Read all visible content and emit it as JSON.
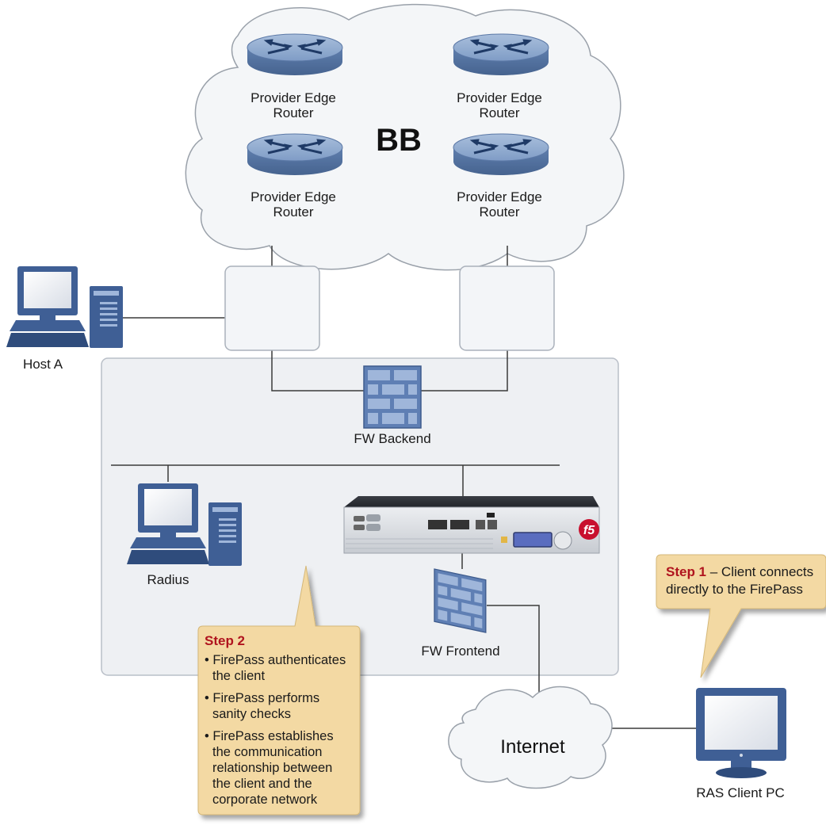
{
  "backbone": {
    "label": "BB",
    "routers": [
      {
        "line1": "Provider Edge",
        "line2": "Router"
      },
      {
        "line1": "Provider Edge",
        "line2": "Router"
      },
      {
        "line1": "Provider Edge",
        "line2": "Router"
      },
      {
        "line1": "Provider Edge",
        "line2": "Router"
      }
    ]
  },
  "host_a": {
    "label": "Host A"
  },
  "fw_backend": {
    "label": "FW Backend"
  },
  "radius": {
    "label": "Radius"
  },
  "fw_frontend": {
    "label": "FW Frontend"
  },
  "internet": {
    "label": "Internet"
  },
  "ras_client": {
    "label": "RAS Client PC"
  },
  "firepass": {
    "logo": "f5"
  },
  "step1": {
    "title": "Step 1",
    "text_line1": " – Client connects",
    "text_line2": "directly to the FirePass"
  },
  "step2": {
    "title": "Step 2",
    "bullets": [
      {
        "lines": [
          "• FirePass authenticates",
          "the client"
        ]
      },
      {
        "lines": [
          "• FirePass performs",
          "sanity checks"
        ]
      },
      {
        "lines": [
          "• FirePass establishes",
          "the communication",
          "relationship between",
          "the client and the",
          "corporate network"
        ]
      }
    ]
  },
  "colors": {
    "cloud_fill": "#f4f6f8",
    "zone_fill": "#eef0f3",
    "device_blue": "#3f5f95",
    "router_blue": "#7f9cc6",
    "callout_fill": "#f3d9a3",
    "step_red": "#b0141e"
  }
}
